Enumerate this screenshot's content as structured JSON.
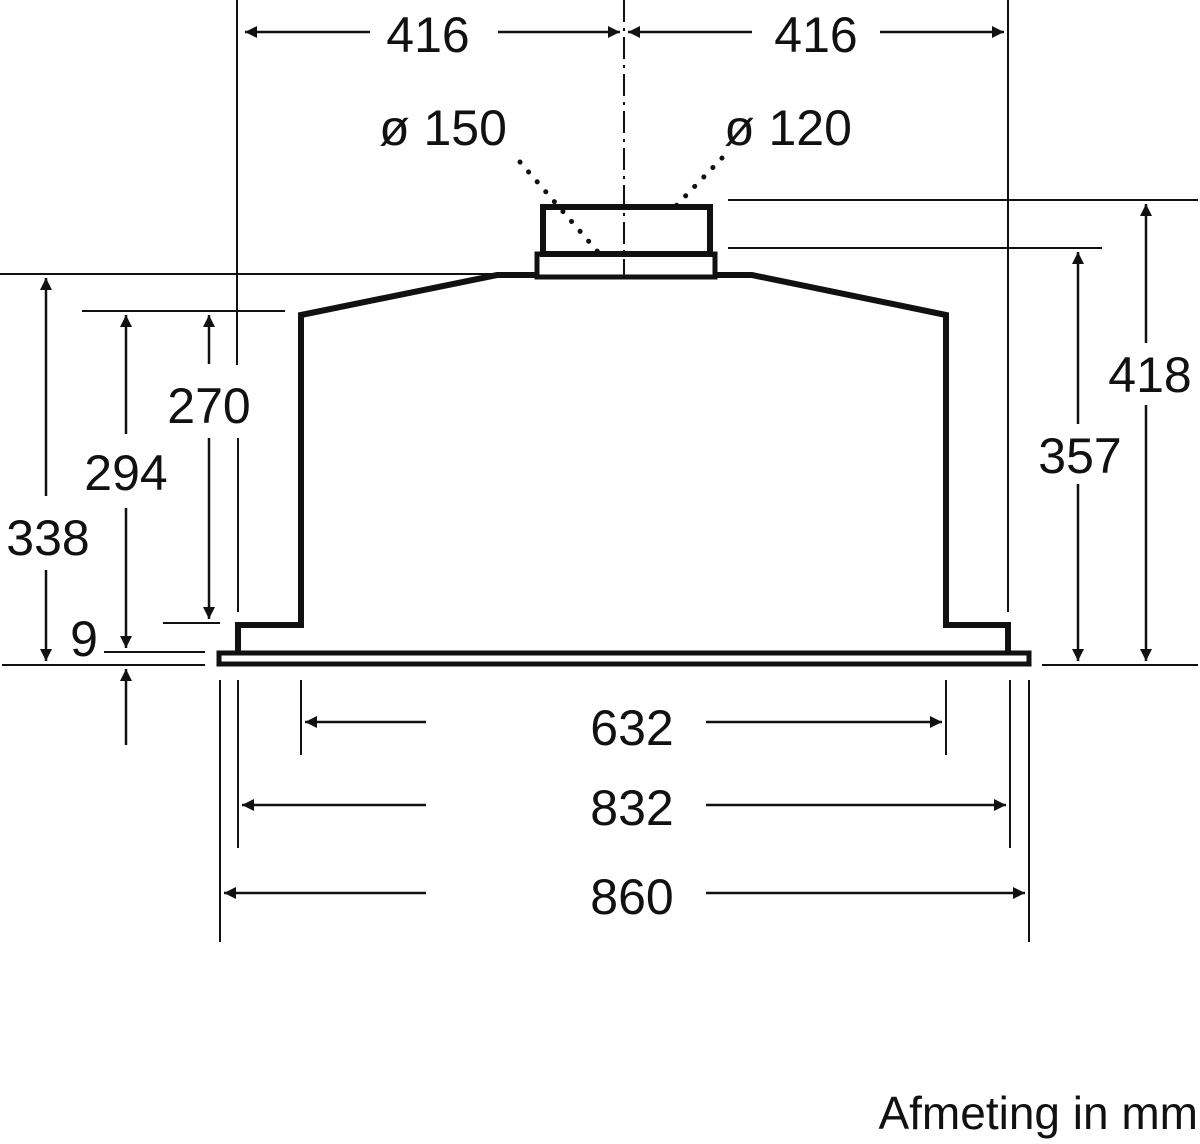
{
  "caption": "Afmeting in mm",
  "colors": {
    "line": "#111111",
    "background": "#ffffff"
  },
  "dimensions": {
    "top_left_half": "416",
    "top_right_half": "416",
    "outlet_diameter_large": "ø 150",
    "outlet_diameter_small": "ø 120",
    "height_total_with_outlet": "418",
    "height_to_collar": "357",
    "height_body_outer": "338",
    "height_body_inner": "294",
    "height_to_flange": "270",
    "flange_thickness": "9",
    "width_body": "632",
    "width_frame": "832",
    "width_total": "860"
  }
}
